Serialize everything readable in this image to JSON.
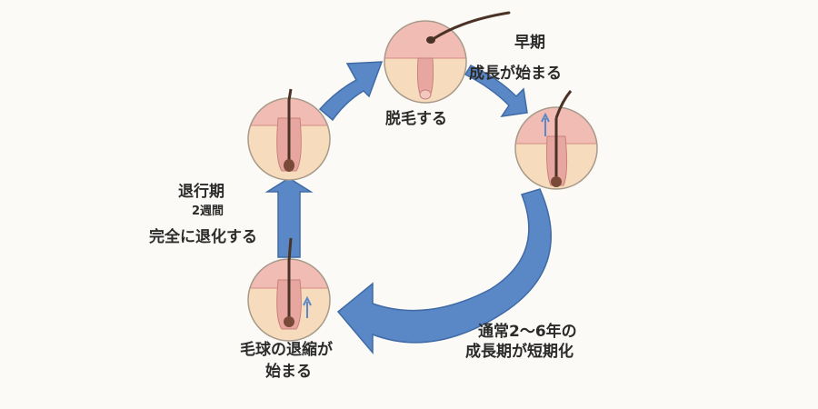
{
  "stages": {
    "shedding": {
      "caption": "脱毛する"
    },
    "early": {
      "title": "早期",
      "caption": "成長が始まる"
    },
    "growth_shortened": {
      "line1": "通常2〜6年の",
      "line2": "成長期が短期化"
    },
    "bulb_shrink": {
      "line1": "毛球の退縮が",
      "line2": "始まる"
    },
    "regression": {
      "title": "退行期",
      "duration": "2週間",
      "caption": "完全に退化する"
    }
  },
  "colors": {
    "arrow": "#5a88c6",
    "arrow_edge": "#3f6aa6",
    "skin_top": "#f0bcb4",
    "skin_tissue": "#f6dcbc",
    "follicle": "#e8a6a0",
    "hair": "#4a3226",
    "bulb": "#7a4a38"
  }
}
